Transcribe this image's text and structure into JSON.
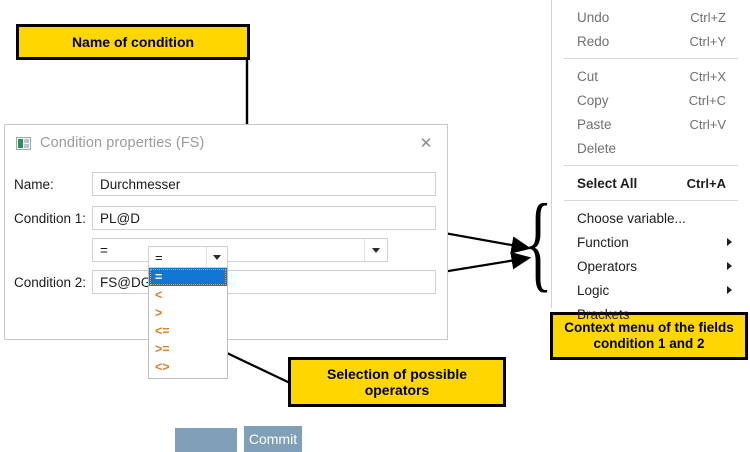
{
  "callouts": {
    "name_of_condition": "Name of condition",
    "selection_of_operators": "Selection of possible\noperators",
    "context_menu_note": "Context menu  of the fields\ncondition 1 and 2"
  },
  "dialog": {
    "title": "Condition properties (FS)",
    "icon": "window-app-icon",
    "close_label": "✕",
    "fields": [
      {
        "label": "Name:",
        "value": "Durchmesser"
      },
      {
        "label": "Condition 1:",
        "value": "PL@D"
      },
      {
        "label": "Condition 2:",
        "value": "FS@DG"
      }
    ],
    "operator_combo": {
      "value": "=",
      "options": [
        "=",
        "<",
        ">",
        "<=",
        ">=",
        "<>"
      ],
      "selected_option": "="
    },
    "operator_combo_open": {
      "value": "="
    },
    "buttons": {
      "commit": "Commit"
    }
  },
  "context_menu": {
    "groups": [
      {
        "items": [
          {
            "label": "Undo",
            "shortcut": "Ctrl+Z",
            "style": "normal",
            "submenu": false
          },
          {
            "label": "Redo",
            "shortcut": "Ctrl+Y",
            "style": "normal",
            "submenu": false
          }
        ]
      },
      {
        "items": [
          {
            "label": "Cut",
            "shortcut": "Ctrl+X",
            "style": "normal",
            "submenu": false
          },
          {
            "label": "Copy",
            "shortcut": "Ctrl+C",
            "style": "normal",
            "submenu": false
          },
          {
            "label": "Paste",
            "shortcut": "Ctrl+V",
            "style": "normal",
            "submenu": false
          },
          {
            "label": "Delete",
            "shortcut": "",
            "style": "normal",
            "submenu": false
          }
        ]
      },
      {
        "items": [
          {
            "label": "Select All",
            "shortcut": "Ctrl+A",
            "style": "strong",
            "submenu": false
          }
        ]
      },
      {
        "items": [
          {
            "label": "Choose variable...",
            "shortcut": "",
            "style": "sub",
            "submenu": false
          },
          {
            "label": "Function",
            "shortcut": "",
            "style": "sub",
            "submenu": true
          },
          {
            "label": "Operators",
            "shortcut": "",
            "style": "sub",
            "submenu": true
          },
          {
            "label": "Logic",
            "shortcut": "",
            "style": "sub",
            "submenu": true
          },
          {
            "label": "Brackets",
            "shortcut": "",
            "style": "sub",
            "submenu": false
          }
        ]
      }
    ]
  },
  "colors": {
    "callout_fill": "#ffd700",
    "callout_border": "#000000",
    "selection_blue": "#1077d4",
    "button_blue": "#7fa0b8",
    "operator_text": "#d9822b"
  }
}
